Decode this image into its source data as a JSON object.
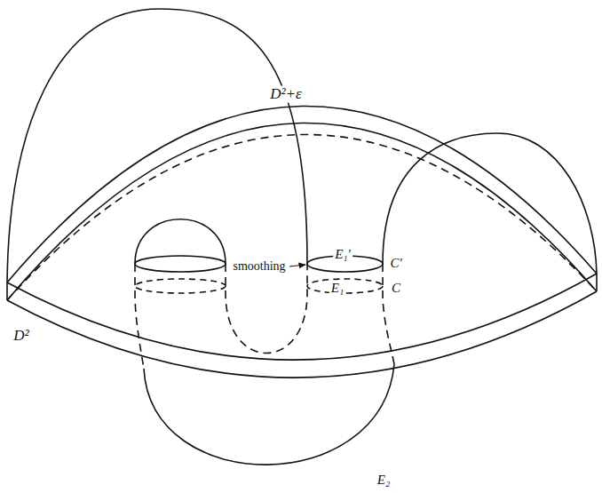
{
  "diagram": {
    "labels": [
      "D²+ε",
      "D²",
      "smoothing",
      "E₁'",
      "C'",
      "E₁",
      "C",
      "E₂"
    ]
  }
}
